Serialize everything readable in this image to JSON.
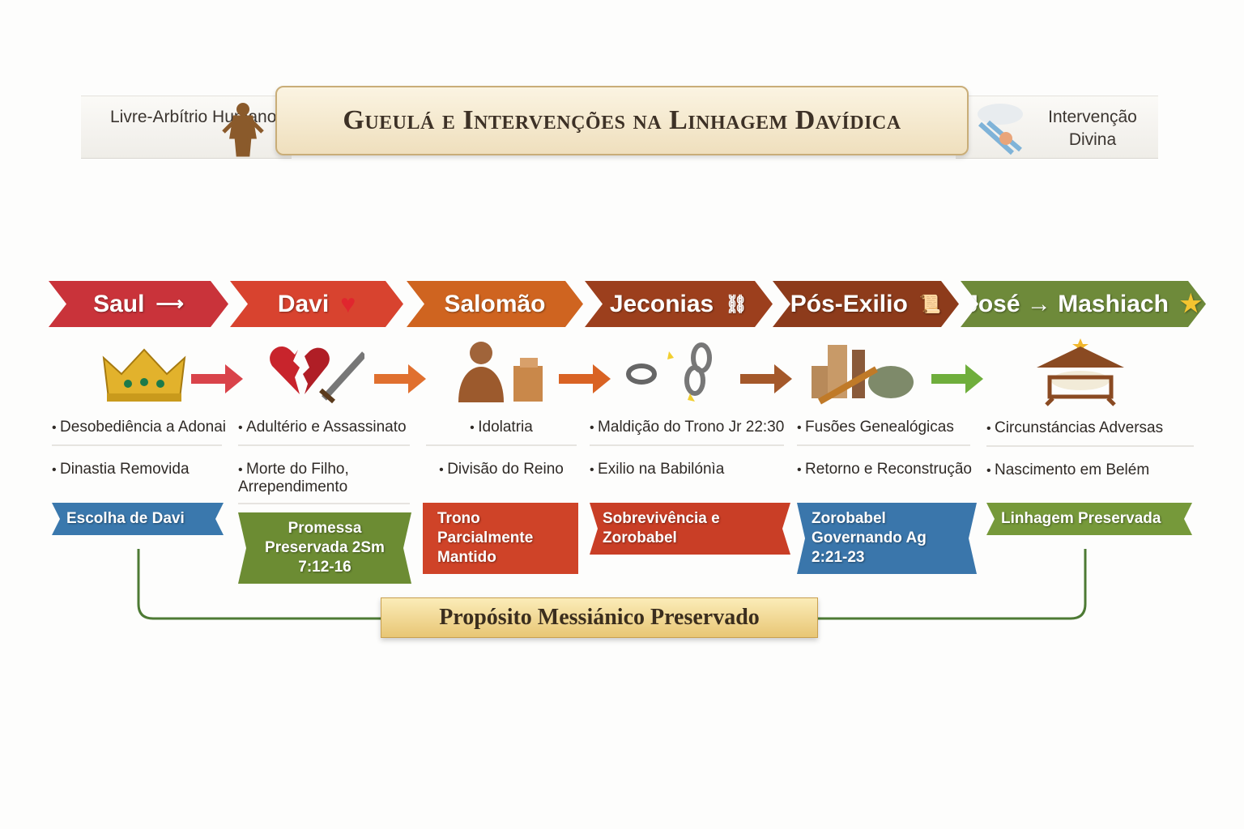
{
  "header": {
    "title": "Gueulá e Intervenções na Linhagem Davídica",
    "left_label": "Livre-Arbítrio Humano",
    "right_label": "Intervenção Divina"
  },
  "stages": [
    {
      "name": "Saul",
      "color": "#c9333a",
      "bullets": [
        "Desobediência a Adonai",
        "Dinastia Removida"
      ],
      "ribbon": "Escolha de Davi",
      "ribbon_color": "#3a78ad"
    },
    {
      "name": "Davi",
      "color": "#d8432f",
      "bullets": [
        "Adultério e Assassinato",
        "Morte do Filho, Arrependimento"
      ],
      "ribbon": "Promessa Preservada 2Sm 7:12-16",
      "ribbon_color": "#6c8c33"
    },
    {
      "name": "Salomão",
      "color": "#cf6420",
      "bullets": [
        "Idolatria",
        "Divisão do Reino"
      ],
      "ribbon": "Trono Parcialmente Mantido",
      "ribbon_color": "#cf4328"
    },
    {
      "name": "Jeconias",
      "color": "#9c3f1d",
      "bullets": [
        "Maldição do Trono Jr 22:30",
        "Exilio na Babilónìa"
      ],
      "ribbon": "Sobrevivência e Zorobabel",
      "ribbon_color": "#c93e26"
    },
    {
      "name": "Pós-Exilio",
      "color": "#8d3b1b",
      "bullets": [
        "Fusões Genealógicas",
        "Retorno e Reconstrução"
      ],
      "ribbon": "Zorobabel Governando Ag 2:21-23",
      "ribbon_color": "#3a76ab"
    },
    {
      "name": "José → Mashiach",
      "color": "#6e8a3a",
      "bullets": [
        "Circunstáncias Adversas",
        "Nascimento em Belém"
      ],
      "ribbon": "Linhagem Preservada",
      "ribbon_color": "#76993a"
    }
  ],
  "footer": {
    "label": "Propósito Messiánico Preservado",
    "line_color": "#4d7a34"
  }
}
